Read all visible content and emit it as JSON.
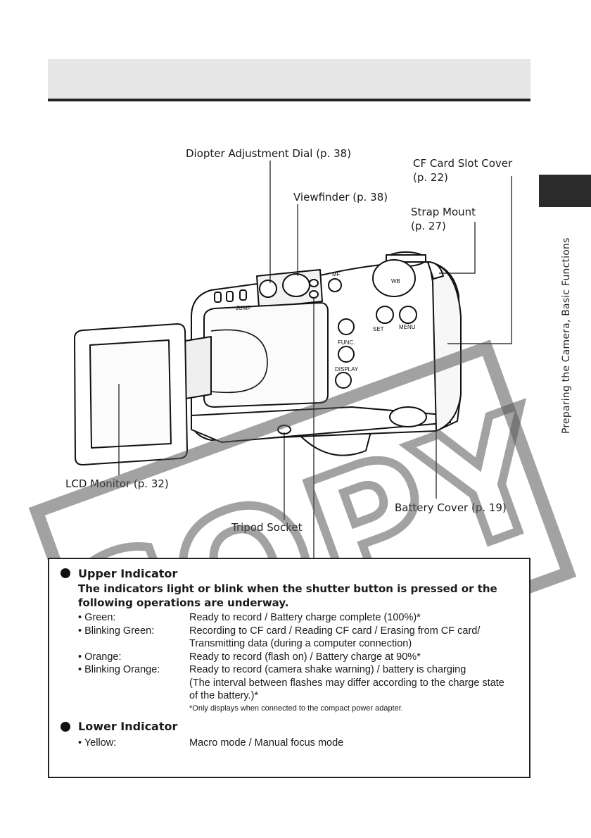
{
  "side_tab": {
    "text": "Preparing the Camera, Basic Functions"
  },
  "callouts": {
    "diopter": "Diopter Adjustment Dial (p. 38)",
    "cf_cover_line1": "CF Card Slot Cover",
    "cf_cover_line2": "(p. 22)",
    "viewfinder": "Viewfinder (p. 38)",
    "strap_line1": "Strap Mount",
    "strap_line2": "(p. 27)",
    "lcd": "LCD Monitor (p. 32)",
    "battery": "Battery Cover (p. 19)",
    "tripod": "Tripod Socket"
  },
  "camera_labels": {
    "mf": "MF",
    "jump": "JUMP",
    "func": "FUNC.",
    "display": "DISPLAY",
    "set": "SET",
    "menu": "MENU",
    "wb": "WB"
  },
  "watermark": "COPY",
  "upper": {
    "title": "Upper Indicator",
    "desc_line1": "The indicators light or blink when the shutter button is pressed or the",
    "desc_line2": "following operations are underway.",
    "rows": [
      {
        "k": "• Green:",
        "v": "Ready to record / Battery charge complete (100%)*"
      },
      {
        "k": "• Blinking Green:",
        "v": "Recording to CF card / Reading CF card / Erasing from CF card/"
      },
      {
        "k": "",
        "v": "Transmitting data (during a computer connection)"
      },
      {
        "k": "• Orange:",
        "v": "Ready to record (flash on) / Battery charge at 90%*"
      },
      {
        "k": "• Blinking Orange:",
        "v": "Ready to record (camera shake warning) / battery is charging"
      },
      {
        "k": "",
        "v": "(The interval between flashes may differ according to the charge state"
      },
      {
        "k": "",
        "v": "of the battery.)*"
      }
    ],
    "note": "*Only displays when connected to the compact power adapter."
  },
  "lower": {
    "title": "Lower Indicator",
    "rows": [
      {
        "k": "• Yellow:",
        "v": "Macro mode / Manual focus mode"
      }
    ]
  }
}
